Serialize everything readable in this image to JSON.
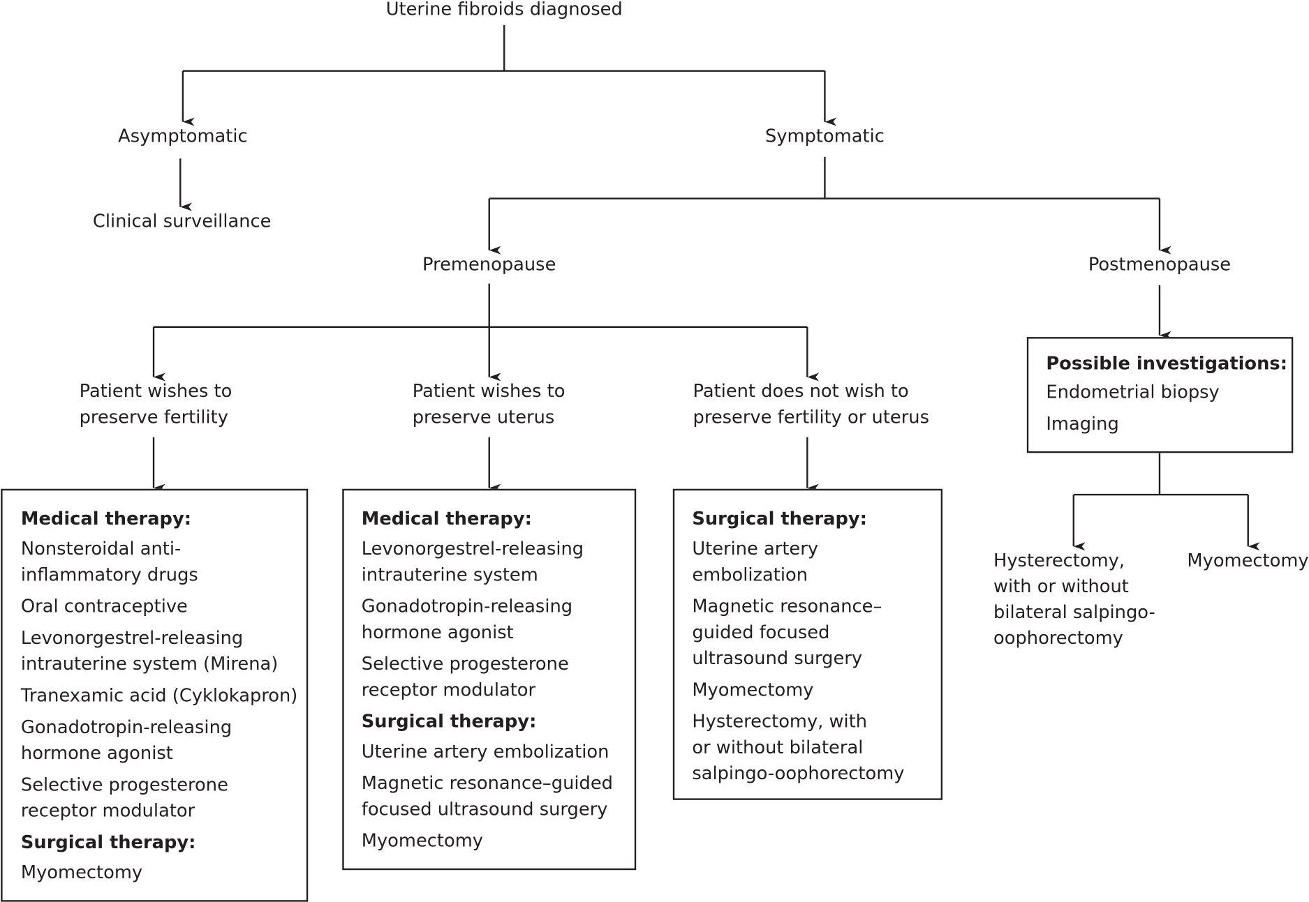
{
  "root": "Uterine fibroids diagnosed",
  "asymptomatic": {
    "label": "Asymptomatic",
    "outcome": "Clinical surveillance"
  },
  "symptomatic": {
    "label": "Symptomatic",
    "premenopause": {
      "label": "Premenopause",
      "branches": [
        {
          "label_lines": [
            "Patient wishes to",
            "preserve fertility"
          ],
          "sections": [
            {
              "heading": "Medical therapy:",
              "items": [
                [
                  "Nonsteroidal anti-",
                  "inflammatory drugs"
                ],
                [
                  "Oral contraceptive"
                ],
                [
                  "Levonorgestrel-releasing",
                  "intrauterine system (Mirena)"
                ],
                [
                  "Tranexamic acid (Cyklokapron)"
                ],
                [
                  "Gonadotropin-releasing",
                  "hormone agonist"
                ],
                [
                  "Selective progesterone",
                  "receptor modulator"
                ]
              ]
            },
            {
              "heading": "Surgical therapy:",
              "items": [
                [
                  "Myomectomy"
                ]
              ]
            }
          ]
        },
        {
          "label_lines": [
            "Patient wishes to",
            "preserve uterus"
          ],
          "sections": [
            {
              "heading": "Medical therapy:",
              "items": [
                [
                  "Levonorgestrel-releasing",
                  "intrauterine system"
                ],
                [
                  "Gonadotropin-releasing",
                  "hormone agonist"
                ],
                [
                  "Selective progesterone",
                  "receptor modulator"
                ]
              ]
            },
            {
              "heading": "Surgical therapy:",
              "items": [
                [
                  "Uterine artery embolization"
                ],
                [
                  "Magnetic resonance–guided",
                  "focused ultrasound surgery"
                ],
                [
                  "Myomectomy"
                ]
              ]
            }
          ]
        },
        {
          "label_lines": [
            "Patient does not wish to",
            "preserve fertility or uterus"
          ],
          "sections": [
            {
              "heading": "Surgical therapy:",
              "items": [
                [
                  "Uterine artery",
                  "embolization"
                ],
                [
                  "Magnetic resonance–",
                  "guided focused",
                  "ultrasound surgery"
                ],
                [
                  "Myomectomy"
                ],
                [
                  "Hysterectomy, with",
                  "or without bilateral",
                  "salpingo-oophorectomy"
                ]
              ]
            }
          ]
        }
      ]
    },
    "postmenopause": {
      "label": "Postmenopause",
      "investigations": {
        "heading": "Possible investigations:",
        "items": [
          "Endometrial biopsy",
          "Imaging"
        ]
      },
      "outcomes": [
        {
          "label_lines": [
            "Hysterectomy,",
            "with or without",
            "bilateral salpingo-",
            "oophorectomy"
          ]
        },
        {
          "label_lines": [
            "Myomectomy"
          ]
        }
      ]
    }
  }
}
